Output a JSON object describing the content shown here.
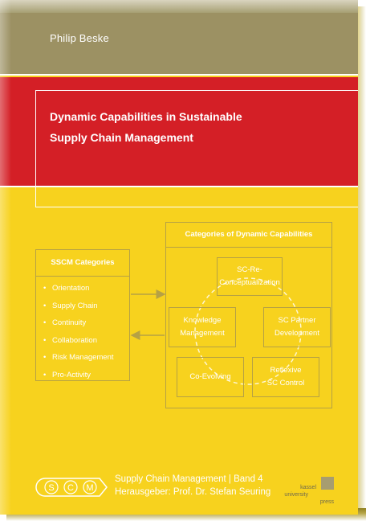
{
  "author": "Philip Beske",
  "title_lines": [
    "Dynamic Capabilities in Sustainable",
    "Supply Chain Management"
  ],
  "diagram": {
    "sscm_heading": "SSCM Categories",
    "sscm_items": [
      "Orientation",
      "Supply Chain",
      "Continuity",
      "Collaboration",
      "Risk Management",
      "Pro-Activity"
    ],
    "capabilities_heading": "Categories of Dynamic Capabilities",
    "capabilities": {
      "reconceptualization": [
        "SC-Re-",
        "Conceptualization"
      ],
      "knowledge": [
        "Knowledge",
        "Management"
      ],
      "partner": [
        "SC Partner",
        "Development"
      ],
      "coevolving": "Co-Evolving",
      "control": [
        "Reflexive",
        "SC Control"
      ]
    }
  },
  "series": {
    "logo_letters": [
      "S",
      "C",
      "M"
    ],
    "line1": "Supply Chain Management | Band 4",
    "line2": "Herausgeber: Prof. Dr. Stefan Seuring"
  },
  "publisher": {
    "line1": "kassel",
    "line2": "university",
    "line3": "press"
  },
  "colors": {
    "cover_yellow": "#f7d21e",
    "author_band": "#9c9163",
    "title_red": "#d41f26",
    "diagram_line": "#b6a144"
  }
}
